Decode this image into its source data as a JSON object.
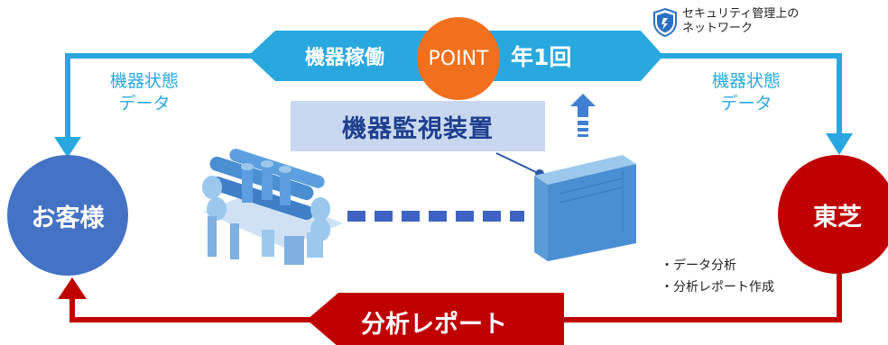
{
  "top_banner": {
    "left_label": "機器稼働",
    "point_label": "POINT",
    "right_label": "年1回"
  },
  "security_note": {
    "line1": "セキュリティ管理上の",
    "line2": "ネットワーク",
    "icon": "shield-icon"
  },
  "left_data_label": {
    "line1": "機器状態",
    "line2": "データ"
  },
  "right_data_label": {
    "line1": "機器状態",
    "line2": "データ"
  },
  "monitor_box": {
    "label": "機器監視装置"
  },
  "customer_node": {
    "label": "お客様",
    "color": "#4472c4"
  },
  "toshiba_node": {
    "label": "東芝",
    "color": "#c00000"
  },
  "bullets": [
    "・データ分析",
    "・分析レポート作成"
  ],
  "report_banner": {
    "label": "分析レポート",
    "color": "#c00000"
  },
  "colors": {
    "flow_blue": "#29a8e0",
    "point_orange": "#f0701d",
    "equipment_blue": "#3f8fd1",
    "monitor_box_bg": "#c9d8f0"
  }
}
